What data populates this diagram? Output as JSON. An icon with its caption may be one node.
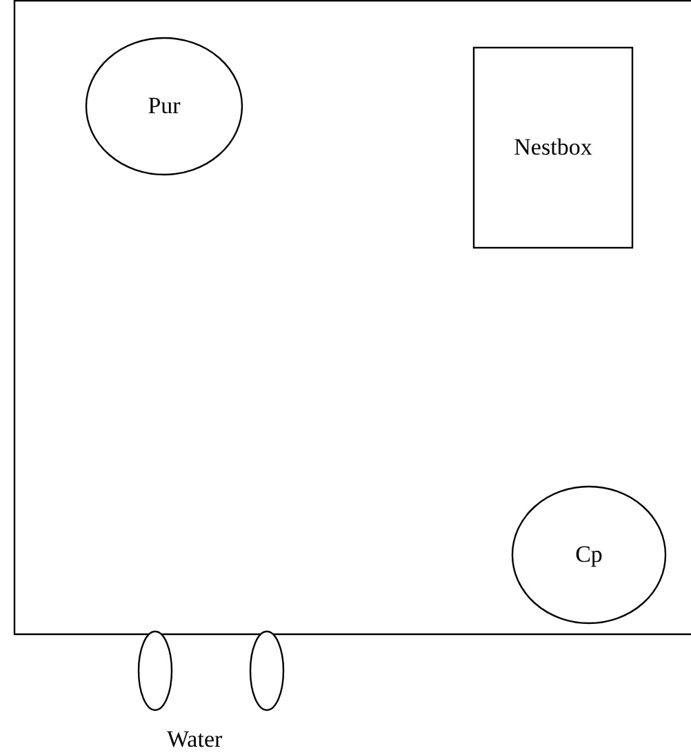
{
  "diagram": {
    "nodes": [
      {
        "text": [],
        "shape": "box"
      },
      {
        "text": [
          "Pur"
        ],
        "in": 0
      },
      {
        "text": [
          "Nestbox"
        ],
        "in": 0
      },
      {
        "text": [
          "Cp"
        ],
        "in": 0
      },
      {
        "text": [],
        "shape": "ellipse"
      },
      {
        "text": [],
        "shape": "ellipse"
      }
    ],
    "edges": [],
    "labels": [
      "Water"
    ]
  }
}
